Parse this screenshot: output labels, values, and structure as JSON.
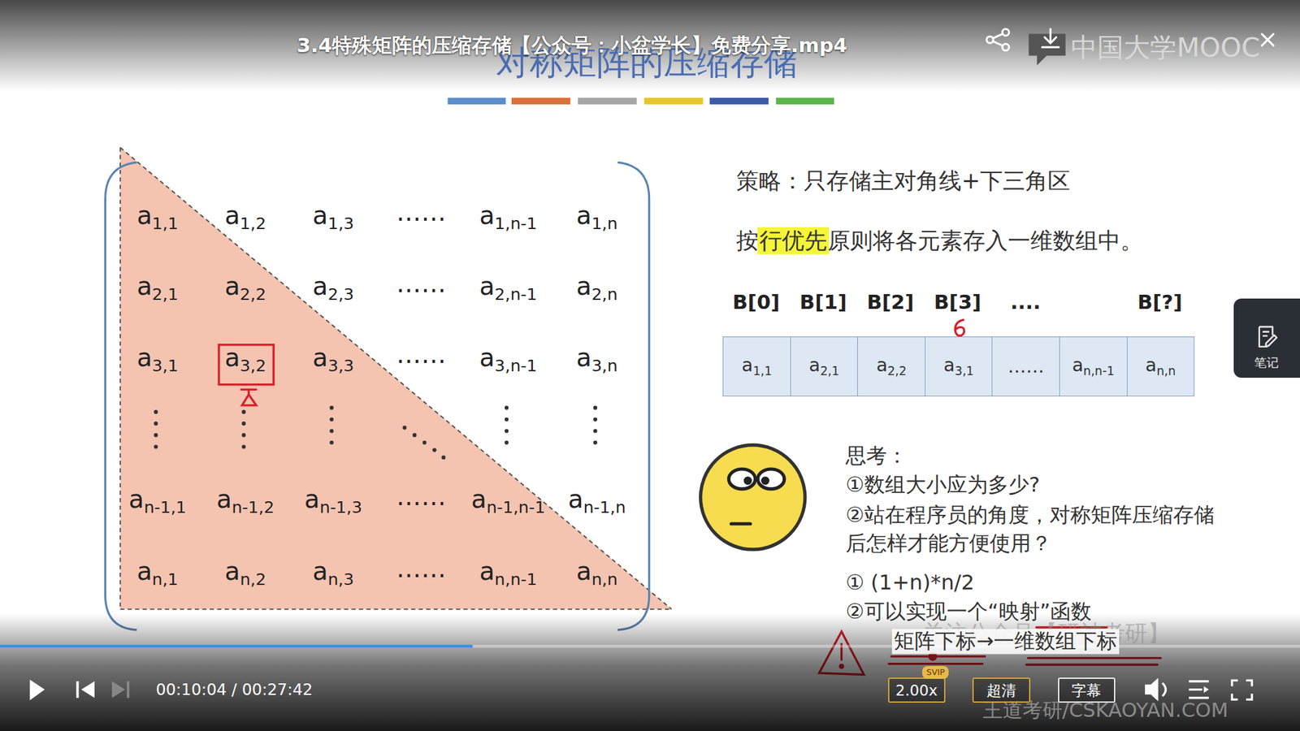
{
  "diagram": {
    "title": "对称矩阵的压缩存储",
    "nodes": [
      {
        "text": [
          "a1,1"
        ]
      },
      {
        "text": [
          "a2,1"
        ]
      },
      {
        "text": [
          "a2,2"
        ]
      },
      {
        "text": [
          "a3,1"
        ]
      },
      {
        "text": [
          "……"
        ]
      },
      {
        "text": [
          "an,n-1"
        ]
      },
      {
        "text": [
          "an,n"
        ]
      },
      {
        "text": [
          "笔记"
        ]
      },
      {
        "text": [
          "2.00x"
        ]
      },
      {
        "text": [
          "SVIP"
        ],
        "in": 8
      },
      {
        "text": [
          "超清"
        ]
      },
      {
        "text": [
          "字幕"
        ]
      }
    ],
    "labels": [
      "3.4特殊矩阵的压缩存储【公众号：小盆学长】免费分享.mp4",
      "中国大学MOOC",
      "a1,1",
      "a1,2",
      "a1,3",
      "……",
      "a1,n-1",
      "a1,n",
      "a2,1",
      "a2,2",
      "a2,3",
      "……",
      "a2,n-1",
      "a2,n",
      "a3,1",
      "a3,2",
      "a3,3",
      "……",
      "a3,n-1",
      "a3,n",
      "an-1,1",
      "an-1,2",
      "an-1,3",
      "……",
      "an-1,n-1",
      "an-1,n",
      "an,1",
      "an,2",
      "an,3",
      "……",
      "an,n-1",
      "an,n",
      "策略：只存储主对角线+下三角区",
      "按",
      "行优先",
      "原则将各元素存入一维数组中。",
      "B[0]",
      "B[1]",
      "B[2]",
      "B[3]",
      "....",
      "B[?]",
      "思考：",
      "①数组大小应为多少?",
      "②站在程序员的角度，对称矩阵压缩存储后怎样才能方便使用？",
      "① (1+n)*n/2",
      "②可以实现一个“映射”函数",
      "矩阵下标→一维数组下标",
      "关注公众号【研神考研】",
      "00:10:04 / 00:27:42",
      "王道考研/CSKAOYAN.COM"
    ]
  }
}
